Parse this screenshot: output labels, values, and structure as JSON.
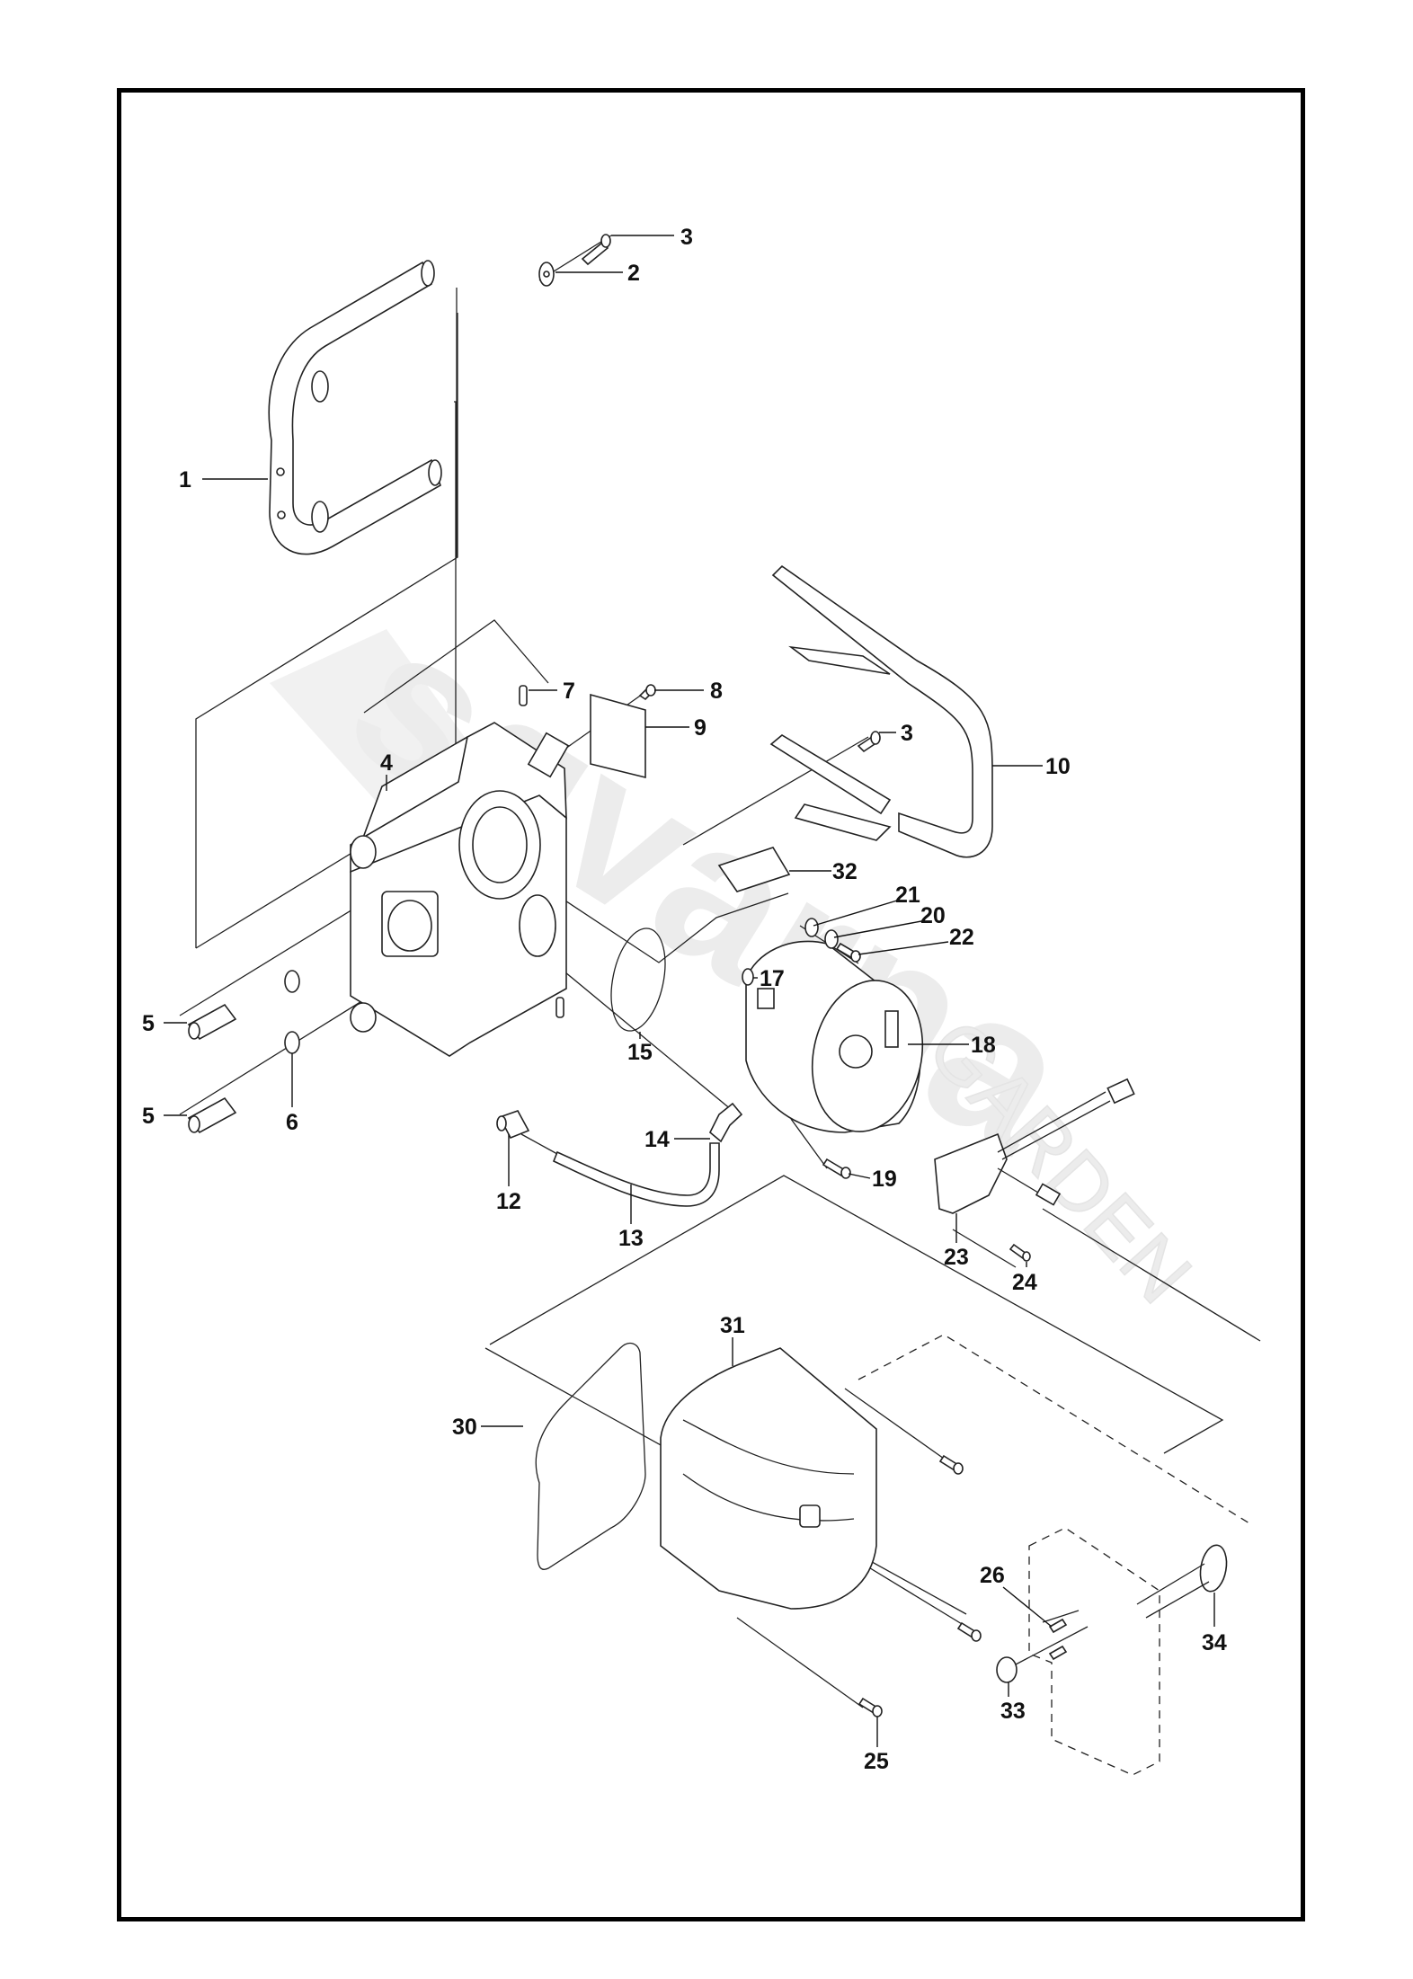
{
  "diagram": {
    "type": "exploded-parts-diagram",
    "watermark": {
      "brand": "husqvarna",
      "sub": "GARDEN"
    },
    "callouts": [
      {
        "id": "c3a",
        "number": "3",
        "part": "screw"
      },
      {
        "id": "c2",
        "number": "2",
        "part": "washer"
      },
      {
        "id": "c1",
        "number": "1",
        "part": "handle"
      },
      {
        "id": "c7",
        "number": "7",
        "part": "pin"
      },
      {
        "id": "c8",
        "number": "8",
        "part": "screw"
      },
      {
        "id": "c9",
        "number": "9",
        "part": "plate"
      },
      {
        "id": "c3b",
        "number": "3",
        "part": "screw"
      },
      {
        "id": "c10",
        "number": "10",
        "part": "frame-handle"
      },
      {
        "id": "c4",
        "number": "4",
        "part": "pump-housing"
      },
      {
        "id": "c32",
        "number": "32",
        "part": "grease-tube"
      },
      {
        "id": "c21",
        "number": "21",
        "part": "washer"
      },
      {
        "id": "c20",
        "number": "20",
        "part": "washer"
      },
      {
        "id": "c22",
        "number": "22",
        "part": "screw"
      },
      {
        "id": "c17",
        "number": "17",
        "part": "washer"
      },
      {
        "id": "c18",
        "number": "18",
        "part": "motor"
      },
      {
        "id": "c15",
        "number": "15",
        "part": "o-ring"
      },
      {
        "id": "c5a",
        "number": "5",
        "part": "hose-nipple"
      },
      {
        "id": "c5b",
        "number": "5",
        "part": "hose-nipple"
      },
      {
        "id": "c6",
        "number": "6",
        "part": "seal-washer"
      },
      {
        "id": "c14",
        "number": "14",
        "part": "elbow-fitting"
      },
      {
        "id": "c19",
        "number": "19",
        "part": "screw"
      },
      {
        "id": "c12",
        "number": "12",
        "part": "connector"
      },
      {
        "id": "c13",
        "number": "13",
        "part": "hose"
      },
      {
        "id": "c23",
        "number": "23",
        "part": "control-board"
      },
      {
        "id": "c24",
        "number": "24",
        "part": "screw"
      },
      {
        "id": "c31",
        "number": "31",
        "part": "cover"
      },
      {
        "id": "c30",
        "number": "30",
        "part": "gasket"
      },
      {
        "id": "c26",
        "number": "26",
        "part": "screw"
      },
      {
        "id": "c34",
        "number": "34",
        "part": "cable-gland"
      },
      {
        "id": "c33",
        "number": "33",
        "part": "plug"
      },
      {
        "id": "c25",
        "number": "25",
        "part": "screw"
      }
    ]
  }
}
